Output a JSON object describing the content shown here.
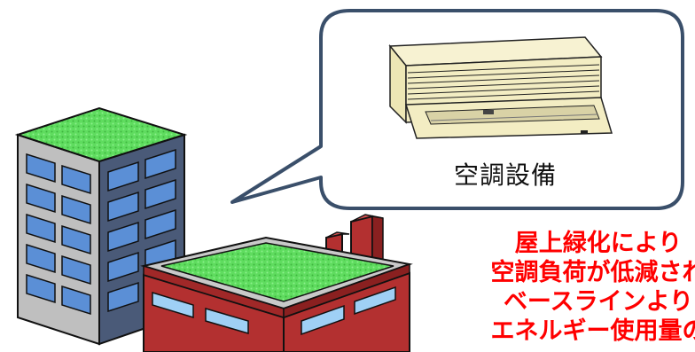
{
  "speech_bubble": {
    "label": "空調設備",
    "icon": "air-conditioner-icon"
  },
  "caption": {
    "lines": [
      "屋上緑化により",
      "空調負荷が低減され",
      "ベースラインより",
      "エネルギー使用量の"
    ]
  },
  "colors": {
    "caption": "#ff0000",
    "bubble_border": "#3a4f6a",
    "green_roof": "#5fdc5f",
    "office_wall": "#bfbfbf",
    "office_side": "#4a5a78",
    "window": "#5b8fd6",
    "factory_wall": "#b33030",
    "factory_window": "#9fd0f5",
    "ac_unit": "#f3edc3"
  }
}
